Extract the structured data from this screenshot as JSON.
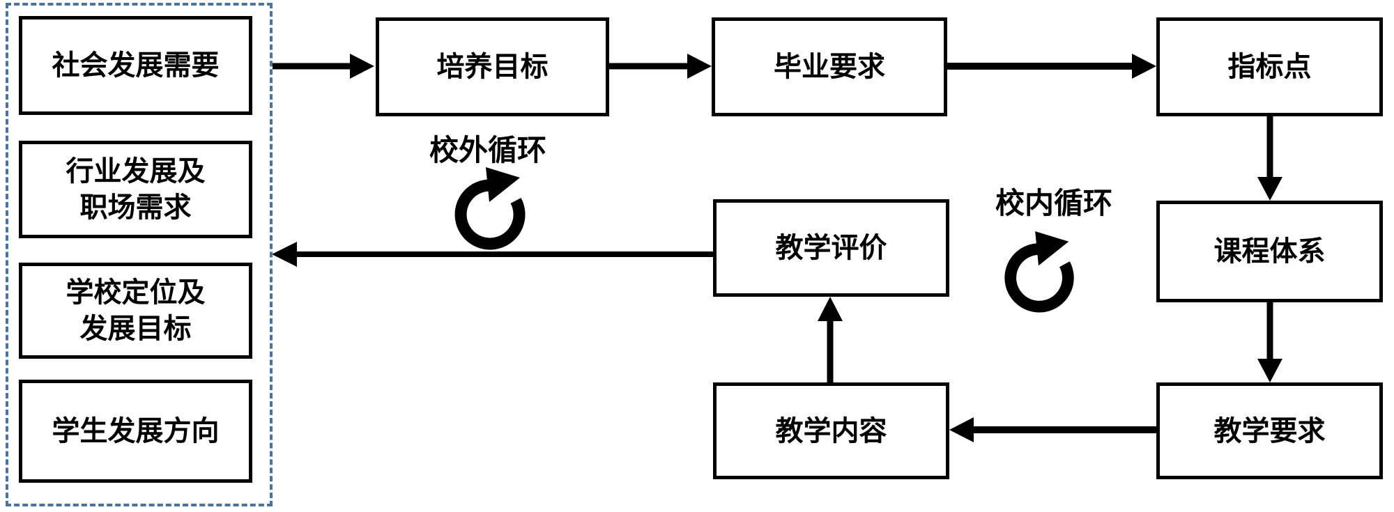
{
  "diagram": {
    "colors": {
      "background": "#ffffff",
      "box_border": "#000000",
      "dashed_border": "#4a739e",
      "arrow": "#000000",
      "text": "#000000"
    },
    "input_group": {
      "items": [
        {
          "label": "社会发展需要"
        },
        {
          "label": "行业发展及\n职场需求"
        },
        {
          "label": "学校定位及\n发展目标"
        },
        {
          "label": "学生发展方向"
        }
      ]
    },
    "nodes": {
      "training_goal": {
        "label": "培养目标"
      },
      "graduation_req": {
        "label": "毕业要求"
      },
      "indicator_points": {
        "label": "指标点"
      },
      "curriculum": {
        "label": "课程体系"
      },
      "teaching_req": {
        "label": "教学要求"
      },
      "teaching_content": {
        "label": "教学内容"
      },
      "teaching_eval": {
        "label": "教学评价"
      }
    },
    "cycles": {
      "external": {
        "label": "校外循环"
      },
      "internal": {
        "label": "校内循环"
      }
    }
  }
}
